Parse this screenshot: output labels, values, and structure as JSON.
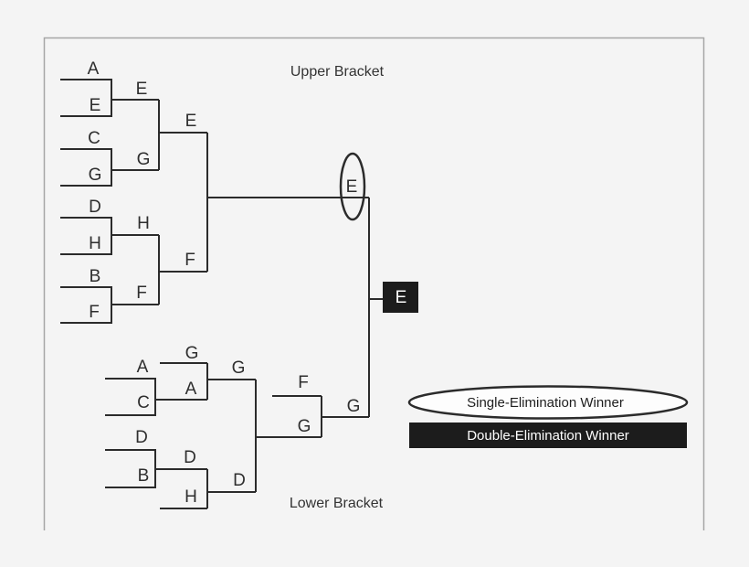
{
  "titles": {
    "upper": "Upper Bracket",
    "lower": "Lower Bracket"
  },
  "legend": {
    "single_label": "Single-Elimination Winner",
    "double_label": "Double-Elimination Winner"
  },
  "colors": {
    "line": "#2b2b2b",
    "winner_box_fill": "#1c1c1c",
    "winner_box_text": "#ffffff",
    "legend_box_fill": "#1c1c1c",
    "background": "#f4f4f4",
    "frame": "#a6a6a6"
  },
  "final": {
    "single_elimination_winner": "E",
    "double_elimination_winner": "E"
  },
  "upper": {
    "round1": [
      {
        "top": "A",
        "bottom": "E",
        "winner": "E"
      },
      {
        "top": "C",
        "bottom": "G",
        "winner": "G"
      },
      {
        "top": "D",
        "bottom": "H",
        "winner": "H"
      },
      {
        "top": "B",
        "bottom": "F",
        "winner": "F"
      }
    ],
    "round2": [
      {
        "winner": "E"
      },
      {
        "winner": "F"
      }
    ]
  },
  "lower": {
    "round1": [
      {
        "top": "A",
        "bottom": "C",
        "winner": "A"
      },
      {
        "top": "D",
        "bottom": "B",
        "winner": "D"
      }
    ],
    "round2": [
      {
        "dropin": "G",
        "winner": "G"
      },
      {
        "dropin": "H",
        "winner": "D"
      }
    ],
    "round3": {
      "winner": "G"
    },
    "round4": {
      "dropin": "F",
      "winner": "G"
    }
  }
}
